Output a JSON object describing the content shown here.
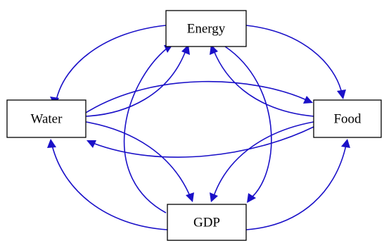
{
  "diagram": {
    "nodes": {
      "energy": {
        "label": "Energy"
      },
      "water": {
        "label": "Water"
      },
      "food": {
        "label": "Food"
      },
      "gdp": {
        "label": "GDP"
      }
    },
    "edges": [
      {
        "from": "energy",
        "to": "water"
      },
      {
        "from": "energy",
        "to": "food"
      },
      {
        "from": "water",
        "to": "energy"
      },
      {
        "from": "water",
        "to": "food"
      },
      {
        "from": "water",
        "to": "gdp"
      },
      {
        "from": "food",
        "to": "energy"
      },
      {
        "from": "food",
        "to": "water"
      },
      {
        "from": "food",
        "to": "gdp"
      },
      {
        "from": "gdp",
        "to": "energy"
      },
      {
        "from": "energy",
        "to": "gdp"
      },
      {
        "from": "gdp",
        "to": "water"
      },
      {
        "from": "gdp",
        "to": "food"
      }
    ],
    "colors": {
      "edge": "#1a10c8",
      "node_border": "#000000",
      "node_fill": "#ffffff",
      "text": "#000000"
    }
  }
}
